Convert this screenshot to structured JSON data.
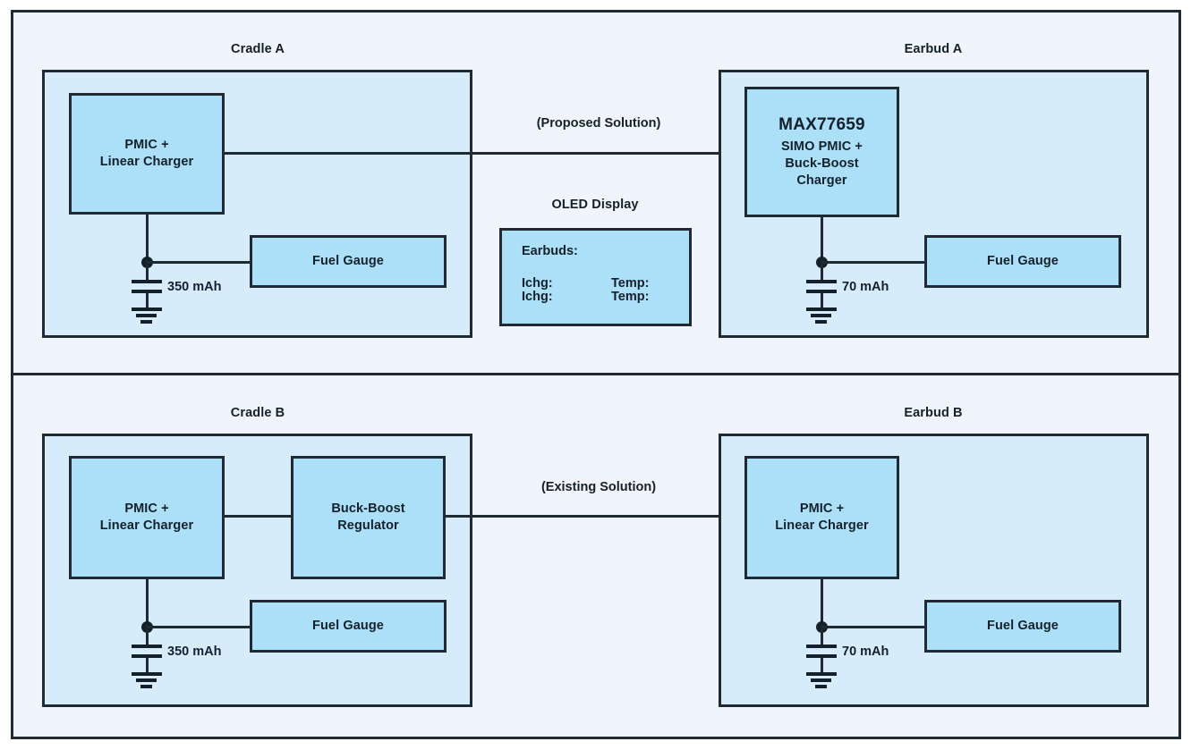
{
  "figure": {
    "type": "block-diagram",
    "background_color": "#eff4fd",
    "panel_color": "#d6ecfb",
    "block_color": "#ace0f8",
    "line_color": "#1f2a33"
  },
  "top_section": {
    "cradle": {
      "title": "Cradle A",
      "pmic": {
        "line1": "PMIC +",
        "line2": "Linear Charger"
      },
      "fuel_gauge": {
        "label": "Fuel Gauge"
      },
      "battery": {
        "capacity": "350 mAh"
      }
    },
    "flow_label": "(Proposed Solution)",
    "oled": {
      "title": "OLED Display",
      "row1": "Earbuds:",
      "row2_left": "Ichg:",
      "row2_right": "Temp:",
      "row3_left": "Ichg:",
      "row3_right": "Temp:"
    },
    "earbud": {
      "title": "Earbud A",
      "pmic": {
        "part_number": "MAX77659",
        "line1": "SIMO PMIC +",
        "line2": "Buck-Boost",
        "line3": "Charger"
      },
      "fuel_gauge": {
        "label": "Fuel Gauge"
      },
      "battery": {
        "capacity": "70 mAh"
      }
    }
  },
  "bottom_section": {
    "cradle": {
      "title": "Cradle B",
      "pmic": {
        "line1": "PMIC +",
        "line2": "Linear Charger"
      },
      "regulator": {
        "line1": "Buck-Boost",
        "line2": "Regulator"
      },
      "fuel_gauge": {
        "label": "Fuel Gauge"
      },
      "battery": {
        "capacity": "350 mAh"
      }
    },
    "flow_label": "(Existing Solution)",
    "earbud": {
      "title": "Earbud B",
      "pmic": {
        "line1": "PMIC +",
        "line2": "Linear Charger"
      },
      "fuel_gauge": {
        "label": "Fuel Gauge"
      },
      "battery": {
        "capacity": "70 mAh"
      }
    }
  }
}
